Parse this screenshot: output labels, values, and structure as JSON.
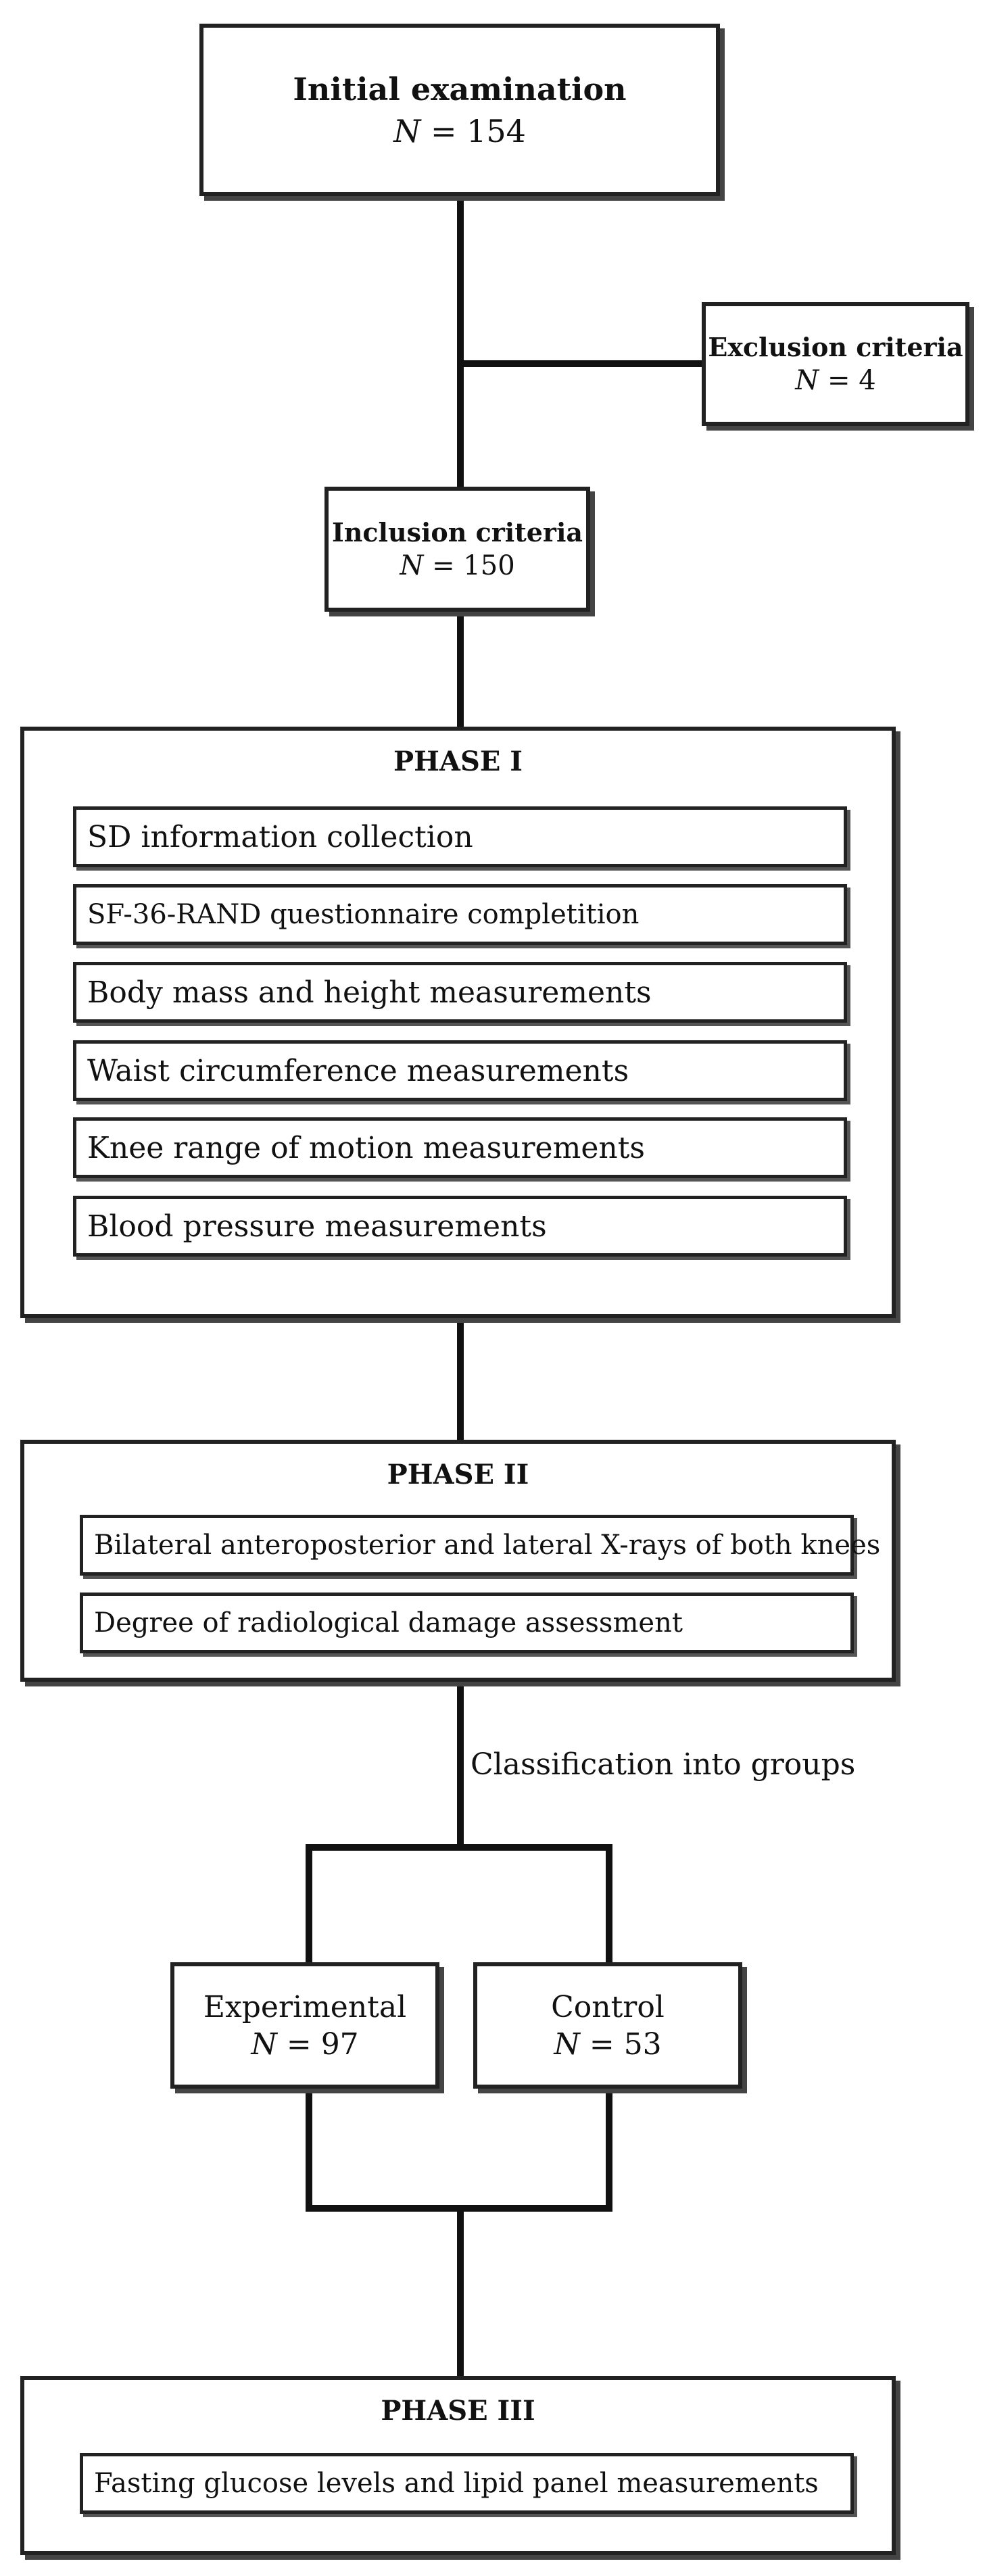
{
  "nodes": {
    "initial": {
      "title": "Initial examination",
      "n_symbol": "N",
      "n_value": "154"
    },
    "exclusion": {
      "title": "Exclusion criteria",
      "n_symbol": "N",
      "n_value": "4"
    },
    "inclusion": {
      "title": "Inclusion criteria",
      "n_symbol": "N",
      "n_value": "150"
    },
    "experimental": {
      "title": "Experimental",
      "n_symbol": "N",
      "n_value": "97"
    },
    "control": {
      "title": "Control",
      "n_symbol": "N",
      "n_value": "53"
    }
  },
  "phase1": {
    "title": "PHASE I",
    "items": [
      "SD information collection",
      "SF-36-RAND questionnaire completition",
      "Body mass and height measurements",
      "Waist circumference measurements",
      "Knee range of motion measurements",
      "Blood pressure measurements"
    ]
  },
  "phase2": {
    "title": "PHASE II",
    "items": [
      "Bilateral anteroposterior and lateral X-rays of both knees",
      "Degree of radiological damage assessment"
    ]
  },
  "phase3": {
    "title": "PHASE III",
    "items": [
      "Fasting glucose levels and lipid panel measurements"
    ]
  },
  "edge_label": "Classification into groups",
  "equals": "="
}
